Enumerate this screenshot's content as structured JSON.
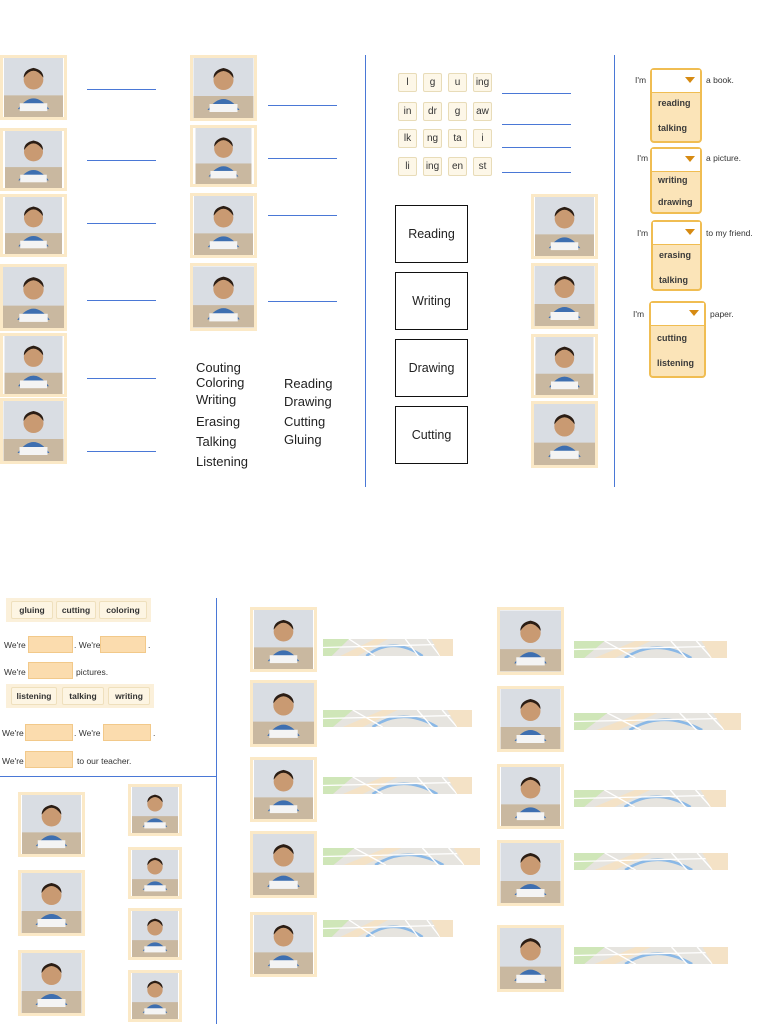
{
  "top_left": {
    "word_bank_col1": [
      "Couting",
      "Coloring",
      "Writing",
      "Erasing",
      "Talking",
      "Listening"
    ],
    "word_bank_col2": [
      "Reading",
      "Drawing",
      "Cutting",
      "Gluing"
    ]
  },
  "scramble": {
    "rows": [
      [
        "l",
        "g",
        "u",
        "ing"
      ],
      [
        "in",
        "dr",
        "g",
        "aw"
      ],
      [
        "lk",
        "ng",
        "ta",
        "i"
      ],
      [
        "li",
        "ing",
        "en",
        "st"
      ]
    ]
  },
  "match_boxes": [
    "Reading",
    "Writing",
    "Drawing",
    "Cutting"
  ],
  "dropdowns": [
    {
      "prefix": "I'm",
      "suffix": "a book.",
      "options": [
        "reading",
        "talking"
      ]
    },
    {
      "prefix": "I'm",
      "suffix": "a picture.",
      "options": [
        "writing",
        "drawing"
      ]
    },
    {
      "prefix": "I'm",
      "suffix": "to my friend.",
      "options": [
        "erasing",
        "talking"
      ]
    },
    {
      "prefix": "I'm",
      "suffix": "paper.",
      "options": [
        "cutting",
        "listening"
      ]
    }
  ],
  "group1": {
    "chips": [
      "gluing",
      "cutting",
      "coloring"
    ],
    "line1_a": "We're",
    "line1_b": ". We're",
    "line1_end": ".",
    "line2_a": "We're",
    "line2_end": "pictures."
  },
  "group2": {
    "chips": [
      "listening",
      "talking",
      "writing"
    ],
    "line1_a": "We're",
    "line1_b": ". We're",
    "line1_end": ".",
    "line2_a": "We're",
    "line2_end": "to our teacher."
  },
  "colors": {
    "blank_line": "#4a78d6",
    "photo_border": "#fbe9c7",
    "dropdown_border": "#f0bd52",
    "dropdown_fill": "#fbe4b8",
    "answer_fill": "#fbdcae"
  }
}
